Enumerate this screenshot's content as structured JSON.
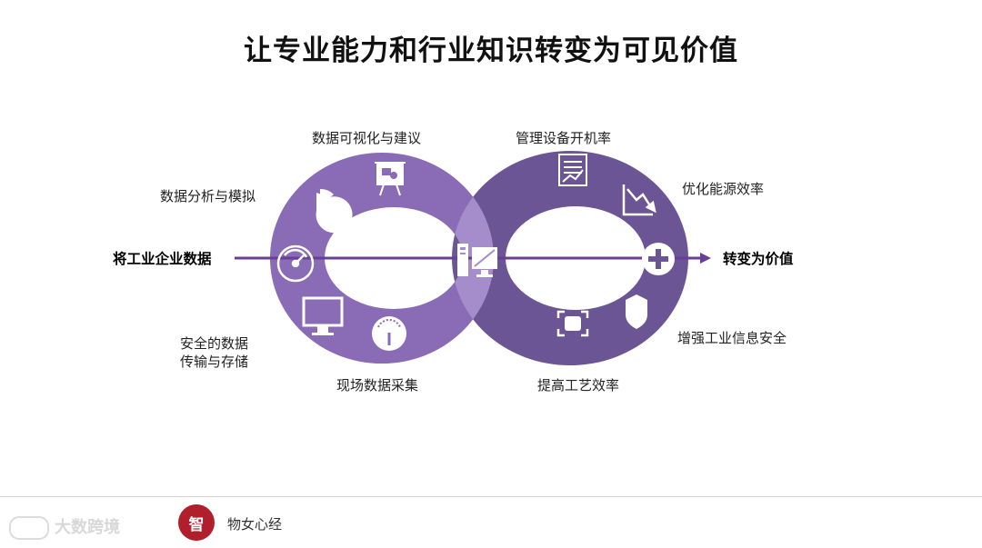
{
  "title": "让专业能力和行业知识转变为可见价值",
  "labels": {
    "data_viz": "数据可视化与建议",
    "data_analysis": "数据分析与模拟",
    "left_start": "将工业企业数据",
    "secure_line1": "安全的数据",
    "secure_line2": "传输与存储",
    "field_data": "现场数据采集",
    "equipment": "管理设备开机率",
    "energy": "优化能源效率",
    "right_end": "转变为价值",
    "security": "增强工业信息安全",
    "process": "提高工艺效率"
  },
  "colors": {
    "left_ring": "#8a6bb5",
    "right_ring": "#6c5594",
    "overlap": "#a58ccb",
    "arrow": "#6a3d96"
  },
  "icons": [
    "presentation-icon",
    "pie-chart-icon",
    "radar-icon",
    "monitor-icon",
    "gauge-icon",
    "computer-icon",
    "document-chart-icon",
    "declining-chart-icon",
    "plus-icon",
    "focus-frame-icon",
    "shield-icon"
  ],
  "footer": {
    "brand_left": "大数跨境",
    "seal_char": "智",
    "brand_right": "物女心经"
  }
}
